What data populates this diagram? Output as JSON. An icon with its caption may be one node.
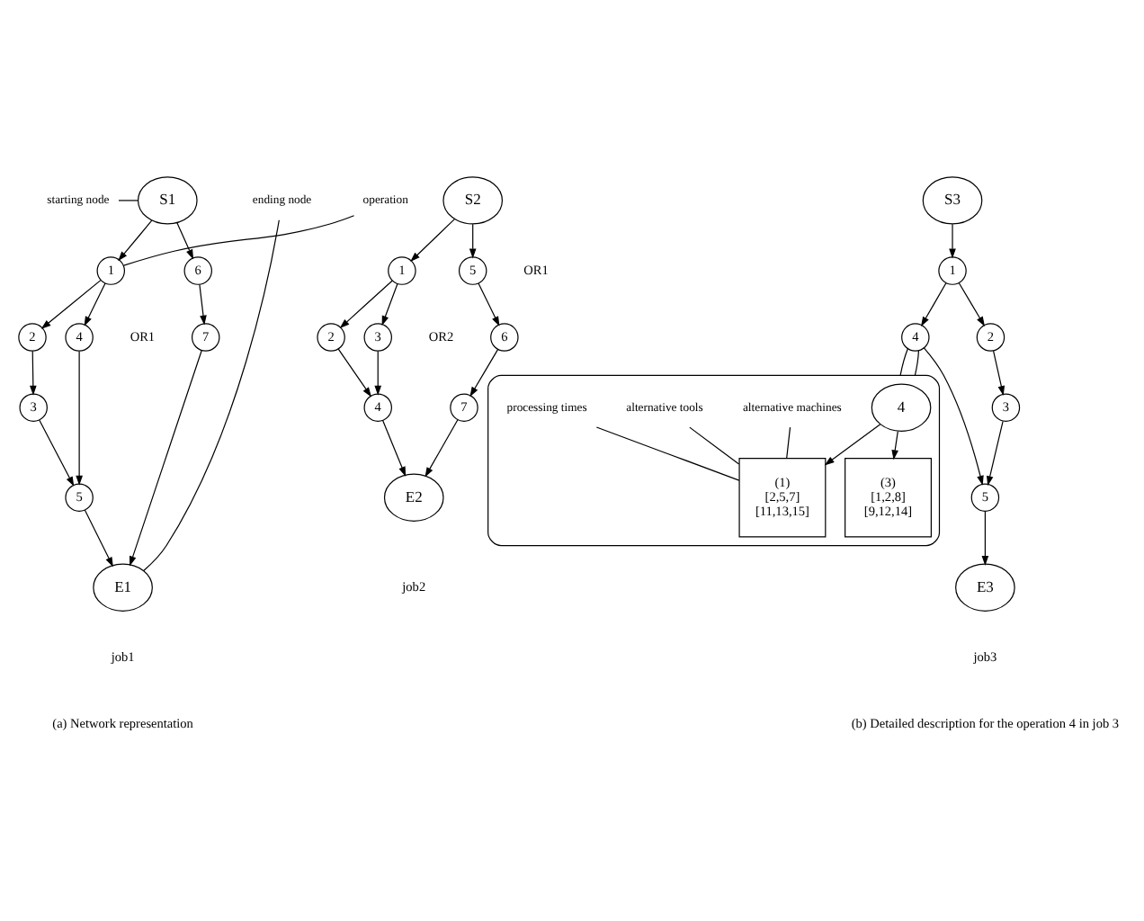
{
  "diagram": {
    "nodes": [
      {
        "text": [
          "starting node"
        ]
      },
      {
        "text": [
          "S1"
        ]
      },
      {
        "text": [
          "operation"
        ]
      },
      {
        "text": [
          "1"
        ]
      },
      {
        "text": [
          "6"
        ]
      },
      {
        "text": [
          "2"
        ]
      },
      {
        "text": [
          "4"
        ]
      },
      {
        "text": [
          "3"
        ]
      },
      {
        "text": [
          "5"
        ]
      },
      {
        "text": [
          "7"
        ]
      },
      {
        "text": [
          "ending node"
        ]
      },
      {
        "text": [
          "E1"
        ]
      },
      {
        "text": [
          "S2"
        ]
      },
      {
        "text": [
          "1"
        ]
      },
      {
        "text": [
          "5"
        ]
      },
      {
        "text": [
          "2"
        ]
      },
      {
        "text": [
          "3"
        ]
      },
      {
        "text": [
          "6"
        ]
      },
      {
        "text": [
          "4"
        ]
      },
      {
        "text": [
          "7"
        ]
      },
      {
        "text": [
          "E2"
        ]
      },
      {
        "text": [
          "S3"
        ]
      },
      {
        "text": [
          "1"
        ]
      },
      {
        "text": [
          "2"
        ]
      },
      {
        "text": [
          "4"
        ]
      },
      {
        "text": [
          "3"
        ]
      },
      {
        "text": [
          "5"
        ]
      },
      {
        "text": [
          "E3"
        ]
      },
      {
        "text": [],
        "shape": "box"
      },
      {
        "text": [
          "4"
        ],
        "in": 28
      },
      {
        "text": [
          "alternative machines"
        ],
        "in": 28
      },
      {
        "text": [
          "(1)",
          "[2,5,7]",
          "[11,13,15]"
        ],
        "in": 28
      },
      {
        "text": [
          "(3)",
          "[1,2,8]",
          "[9,12,14]"
        ],
        "in": 28
      },
      {
        "text": [
          "alternative tools"
        ],
        "in": 28
      },
      {
        "text": [
          "processing times"
        ],
        "in": 28
      }
    ],
    "edges": [
      {
        "from": 0,
        "to": 1,
        "arrow": "none"
      },
      {
        "from": 2,
        "to": 3,
        "arrow": "none"
      },
      {
        "from": 10,
        "to": 11,
        "arrow": "none"
      },
      {
        "from": 1,
        "to": 3,
        "arrow": "to"
      },
      {
        "from": 1,
        "to": 4,
        "arrow": "to"
      },
      {
        "from": 3,
        "to": 5,
        "arrow": "to"
      },
      {
        "from": 3,
        "to": 6,
        "arrow": "to"
      },
      {
        "from": 5,
        "to": 7,
        "arrow": "to"
      },
      {
        "from": 7,
        "to": 8,
        "arrow": "to"
      },
      {
        "from": 6,
        "to": 8,
        "arrow": "to"
      },
      {
        "from": 4,
        "to": 9,
        "arrow": "to"
      },
      {
        "from": 8,
        "to": 11,
        "arrow": "to"
      },
      {
        "from": 9,
        "to": 11,
        "arrow": "to"
      },
      {
        "from": 12,
        "to": 13,
        "arrow": "to"
      },
      {
        "from": 12,
        "to": 14,
        "arrow": "to"
      },
      {
        "from": 13,
        "to": 15,
        "arrow": "to"
      },
      {
        "from": 13,
        "to": 16,
        "arrow": "to"
      },
      {
        "from": 15,
        "to": 18,
        "arrow": "to"
      },
      {
        "from": 16,
        "to": 18,
        "arrow": "to"
      },
      {
        "from": 14,
        "to": 17,
        "arrow": "to"
      },
      {
        "from": 17,
        "to": 19,
        "arrow": "to"
      },
      {
        "from": 18,
        "to": 20,
        "arrow": "to"
      },
      {
        "from": 19,
        "to": 20,
        "arrow": "to"
      },
      {
        "from": 21,
        "to": 22,
        "arrow": "to"
      },
      {
        "from": 22,
        "to": 23,
        "arrow": "to"
      },
      {
        "from": 22,
        "to": 24,
        "arrow": "to"
      },
      {
        "from": 23,
        "to": 25,
        "arrow": "to"
      },
      {
        "from": 25,
        "to": 26,
        "arrow": "to"
      },
      {
        "from": 24,
        "to": 26,
        "arrow": "to"
      },
      {
        "from": 26,
        "to": 27,
        "arrow": "to"
      },
      {
        "from": 24,
        "to": 28,
        "arrow": "none"
      },
      {
        "from": 24,
        "to": 28,
        "arrow": "none"
      },
      {
        "from": 29,
        "to": 31,
        "arrow": "to"
      },
      {
        "from": 29,
        "to": 32,
        "arrow": "to"
      },
      {
        "from": 30,
        "to": 31,
        "arrow": "none"
      },
      {
        "from": 33,
        "to": 31,
        "arrow": "none"
      },
      {
        "from": 34,
        "to": 31,
        "arrow": "none"
      }
    ],
    "labels": [
      "OR1",
      "OR1",
      "OR2",
      "job1",
      "job2",
      "job3",
      "(a) Network representation",
      "(b) Detailed description for the operation 4 in job 3"
    ]
  }
}
